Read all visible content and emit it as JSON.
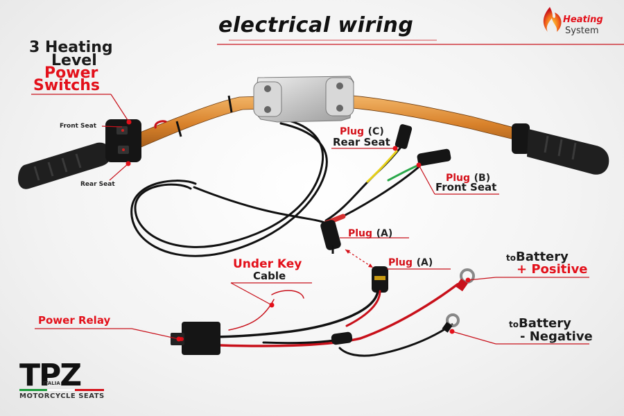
{
  "title": "electrical wiring",
  "brand_badge": {
    "line1": "Heating",
    "line2": "System",
    "icon": "flame-icon"
  },
  "switches_heading": {
    "line1": "3 Heating",
    "line2": "Level",
    "line3": "Power",
    "line4": "Switchs"
  },
  "switch_labels": {
    "front": "Front Seat",
    "rear": "Rear Seat"
  },
  "plug_c": {
    "name": "Plug",
    "letter": "(C)",
    "desc": "Rear Seat"
  },
  "plug_b": {
    "name": "Plug",
    "letter": "(B)",
    "desc": "Front Seat"
  },
  "plug_a_top": {
    "name": "Plug",
    "letter": "(A)"
  },
  "plug_a_bottom": {
    "name": "Plug",
    "letter": "(A)"
  },
  "under_key": {
    "line1": "Under Key",
    "line2": "Cable"
  },
  "power_relay": "Power Relay",
  "battery_pos": {
    "to": "to",
    "line1": "Battery",
    "line2": "+ Positive"
  },
  "battery_neg": {
    "to": "to",
    "line1": "Battery",
    "line2": "- Negative"
  },
  "logo": {
    "main": "TPZ",
    "italia": "ITALIA",
    "sub": "MOTORCYCLE SEATS"
  },
  "colors": {
    "accent_red": "#e3101a",
    "handlebar": "#d9822b",
    "cable": "#1a1a1a",
    "line_red": "#c8101a"
  }
}
